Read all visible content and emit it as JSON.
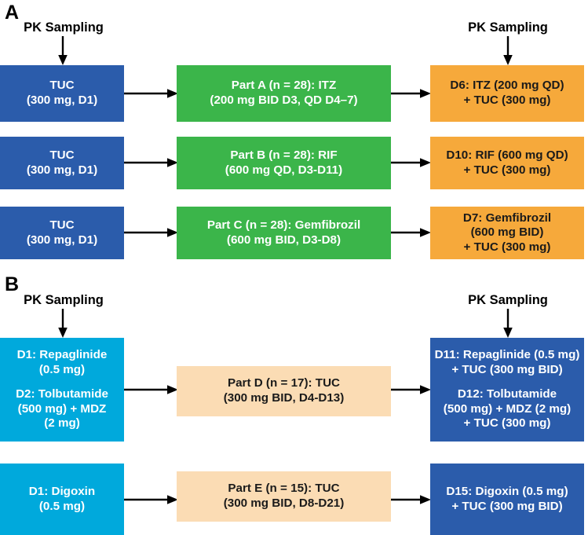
{
  "figure": {
    "panels": [
      {
        "id": "A",
        "letter": "A",
        "pk_labels": [
          {
            "name": "pk-sampling-label-a-left",
            "text": "PK Sampling"
          },
          {
            "name": "pk-sampling-label-a-right",
            "text": "PK Sampling"
          }
        ],
        "rows": [
          {
            "id": "row-a",
            "left": "TUC\n(300 mg, D1)",
            "middle": "Part A (n = 28): ITZ\n(200 mg BID D3, QD D4–7)",
            "right": "D6: ITZ (200 mg QD)\n+ TUC (300 mg)"
          },
          {
            "id": "row-b",
            "left": "TUC\n(300 mg, D1)",
            "middle": "Part B (n = 28): RIF\n(600 mg QD, D3-D11)",
            "right": "D10: RIF (600 mg QD)\n+ TUC (300 mg)"
          },
          {
            "id": "row-c",
            "left": "TUC\n(300 mg, D1)",
            "middle": "Part C (n = 28): Gemfibrozil\n(600 mg BID, D3-D8)",
            "right": "D7: Gemfibrozil\n(600 mg BID)\n+ TUC (300 mg)"
          }
        ]
      },
      {
        "id": "B",
        "letter": "B",
        "pk_labels": [
          {
            "name": "pk-sampling-label-b-left",
            "text": "PK Sampling"
          },
          {
            "name": "pk-sampling-label-b-right",
            "text": "PK Sampling"
          }
        ],
        "rows": [
          {
            "id": "row-d",
            "left_seg1": "D1: Repaglinide\n(0.5 mg)",
            "left_seg2": "D2: Tolbutamide\n(500 mg) + MDZ\n(2 mg)",
            "middle": "Part D (n = 17): TUC\n(300 mg BID, D4-D13)",
            "right_seg1": "D11: Repaglinide (0.5 mg)\n+ TUC (300 mg BID)",
            "right_seg2": "D12: Tolbutamide\n(500 mg) + MDZ (2 mg)\n+ TUC (300 mg)"
          },
          {
            "id": "row-e",
            "left": "D1: Digoxin\n(0.5 mg)",
            "middle": "Part E (n = 15): TUC\n(300 mg BID, D8-D21)",
            "right": "D15: Digoxin (0.5 mg)\n+ TUC (300 mg BID)"
          }
        ]
      }
    ],
    "colors": {
      "dark_blue": "#2B5CAB",
      "green": "#3BB54A",
      "orange": "#F6A93B",
      "cyan": "#00A9DC",
      "peach": "#FBDCB4",
      "arrow": "#000000",
      "background": "#FFFFFF"
    }
  }
}
